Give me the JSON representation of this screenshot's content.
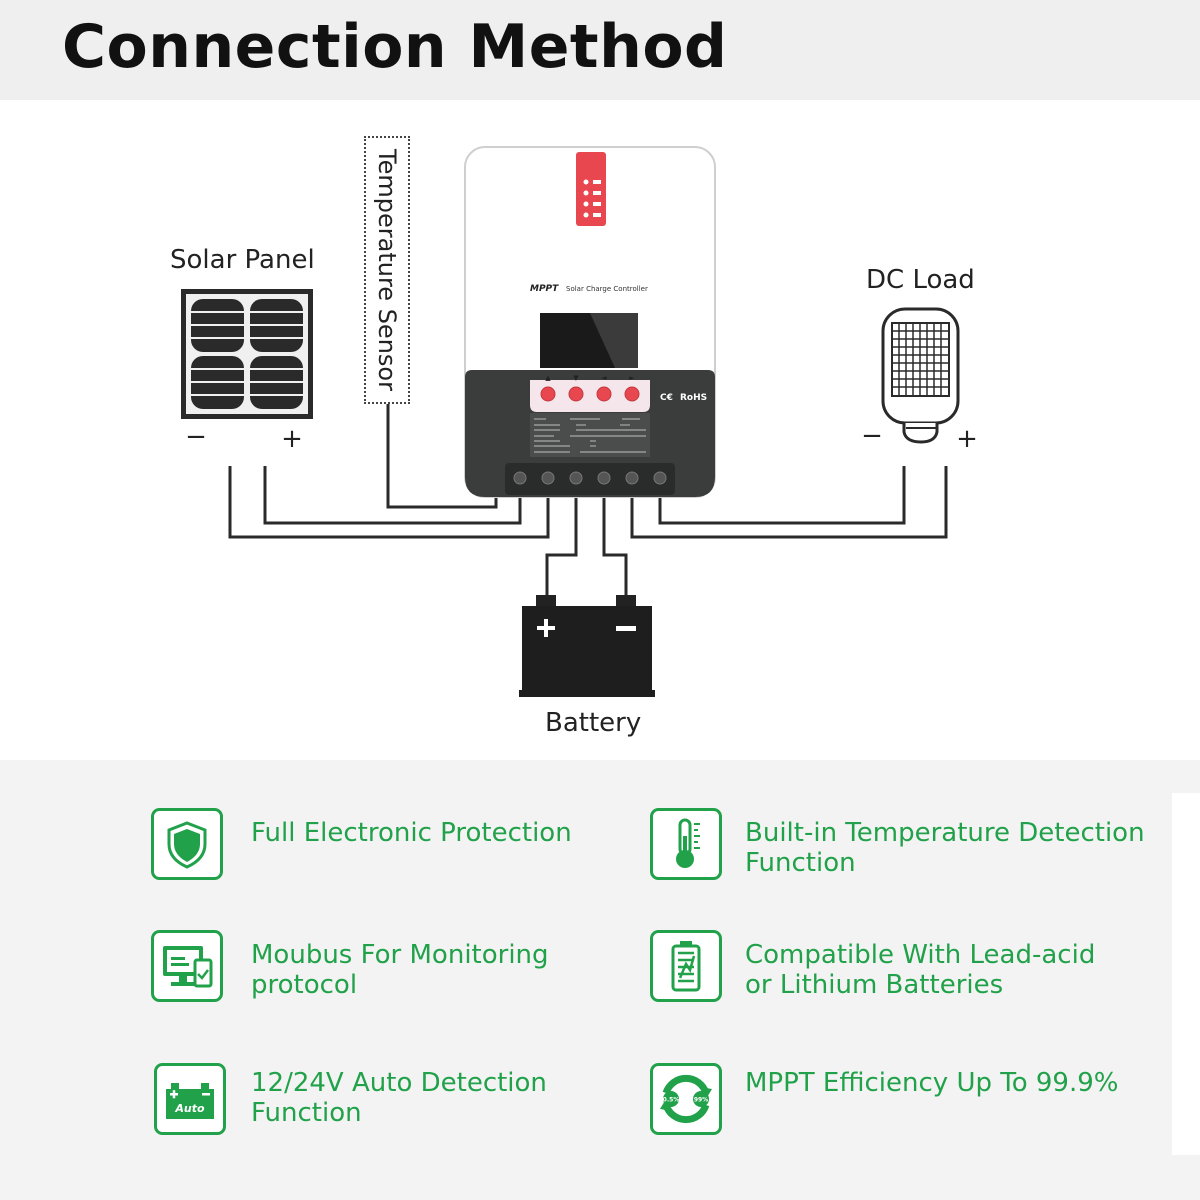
{
  "header": {
    "title": "Connection Method"
  },
  "diagram": {
    "solar_panel_label": "Solar Panel",
    "temperature_sensor_label": "Temperature Sensor",
    "dc_load_label": "DC Load",
    "battery_label": "Battery",
    "minus_sign": "−",
    "plus_sign": "+",
    "controller": {
      "brand": "MPPT",
      "model": "Solar Charge Controller",
      "cert": "RoHS",
      "buttons": [
        "▲",
        "▼",
        "◄",
        "►"
      ]
    }
  },
  "features": [
    {
      "icon": "shield-icon",
      "lines": [
        "Full Electronic Protection"
      ]
    },
    {
      "icon": "thermometer-icon",
      "lines": [
        "Built-in Temperature Detection",
        "Function"
      ]
    },
    {
      "icon": "monitor-phone-icon",
      "lines": [
        "Moubus For Monitoring",
        "protocol"
      ]
    },
    {
      "icon": "battery-chart-icon",
      "lines": [
        "Compatible With Lead-acid",
        "or Lithium Batteries"
      ]
    },
    {
      "icon": "auto-battery-icon",
      "lines": [
        "12/24V Auto Detection",
        "Function"
      ]
    },
    {
      "icon": "efficiency-cycle-icon",
      "lines": [
        "MPPT Efficiency Up To 99.9%"
      ]
    }
  ],
  "colors": {
    "feature_green": "#21a24a",
    "header_bg": "#efefef",
    "accent_red": "#e8474f"
  }
}
